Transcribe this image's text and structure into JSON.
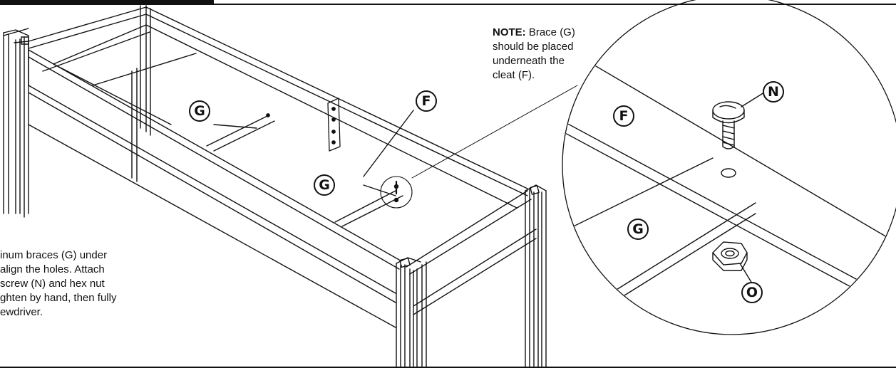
{
  "note": {
    "label": "NOTE:",
    "lines": [
      " Brace (G)",
      "should be placed",
      "underneath the",
      "cleat (F)."
    ]
  },
  "instructions": {
    "lines": [
      "inum braces (G) under",
      " align the holes. Attach",
      " screw (N) and hex nut",
      "ghten by hand, then fully",
      "ewdriver."
    ]
  },
  "callouts": {
    "g_left": "G",
    "f_main": "F",
    "g_center": "G",
    "f_detail": "F",
    "n_detail": "N",
    "g_detail": "G",
    "o_detail": "O"
  },
  "parts": {
    "brace": "G",
    "cleat": "F",
    "screw": "N",
    "hex_nut": "O"
  }
}
